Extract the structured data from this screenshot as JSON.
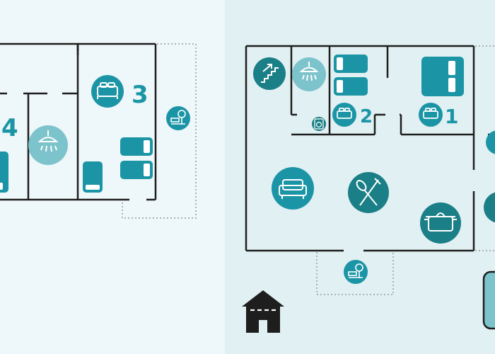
{
  "colors": {
    "bg_left": "#eef7f9",
    "bg_right": "#e1f0f2",
    "wall": "#1e1e1e",
    "dotted": "#a9b3b5",
    "teal": "#1b95a6",
    "teal_dark": "#1a7f86",
    "teal_light": "#7cc3cb"
  },
  "rooms": {
    "bedroom_1": {
      "number": "1",
      "icon": "double-bed-icon"
    },
    "bedroom_2": {
      "number": "2",
      "icon": "double-bed-icon"
    },
    "bedroom_3": {
      "number": "3",
      "icon": "double-bed-icon"
    },
    "bedroom_4": {
      "number": "4",
      "icon": "double-bed-icon"
    }
  },
  "icons": [
    "stairs-icon",
    "shower-icon",
    "single-bed-icon",
    "double-bed-icon",
    "washing-machine-icon",
    "sofa-icon",
    "dining-fork-spoon-icon",
    "cooking-pot-icon",
    "garden-bench-icon",
    "house-garage-icon"
  ]
}
